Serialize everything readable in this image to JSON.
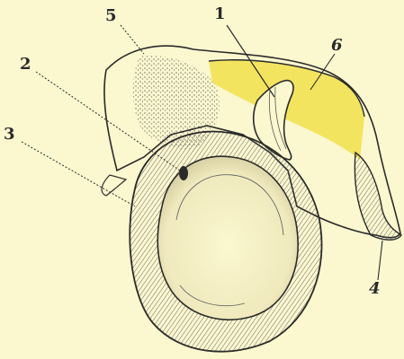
{
  "labels": {
    "l1": "1",
    "l2": "2",
    "l3": "3",
    "l4": "4",
    "l5": "5",
    "l6": "6"
  },
  "colors": {
    "background": "#fbf7cf",
    "highlight": "#f2e35a",
    "ink": "#2a2a2a"
  }
}
